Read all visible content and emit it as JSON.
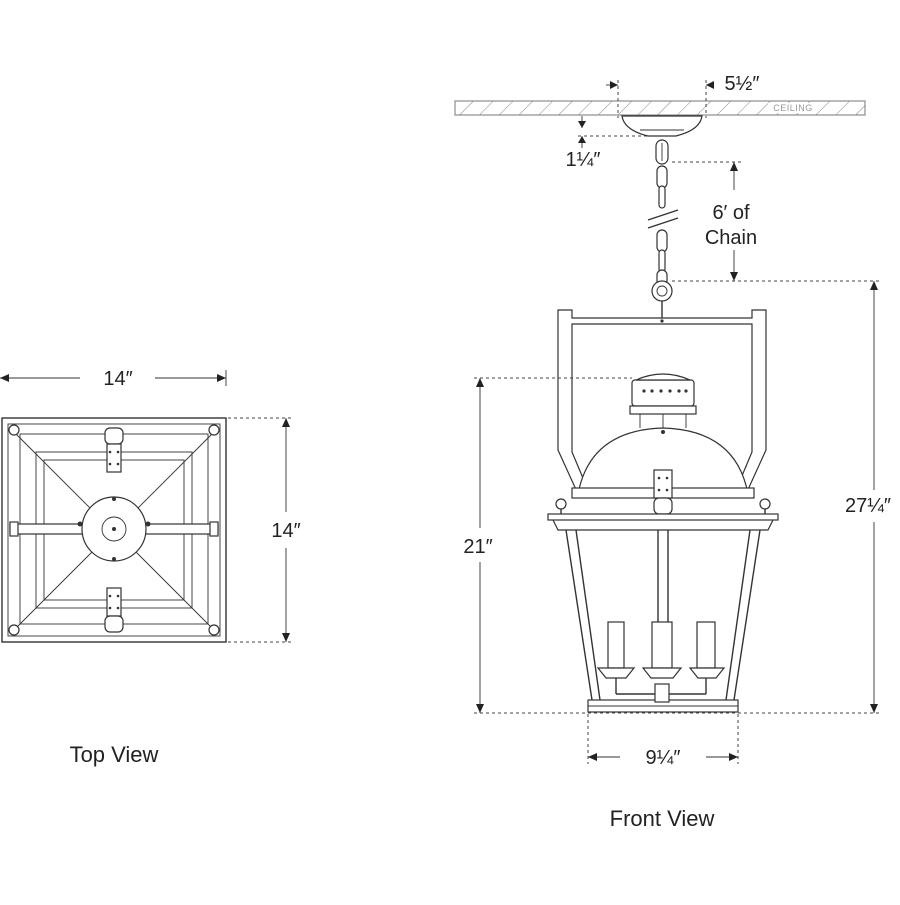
{
  "top_view": {
    "caption": "Top View",
    "width_label": "14″",
    "depth_label": "14″"
  },
  "front_view": {
    "caption": "Front View",
    "ceiling_label": "CEILING",
    "canopy_label": "5½″",
    "canopy_drop_label": "1¼″",
    "chain_label_line1": "6′ of",
    "chain_label_line2": "Chain",
    "body_height_label": "21″",
    "overall_height_label": "27¼″",
    "base_width_label": "9¼″"
  },
  "colors": {
    "line": "#333333",
    "background": "#ffffff"
  }
}
